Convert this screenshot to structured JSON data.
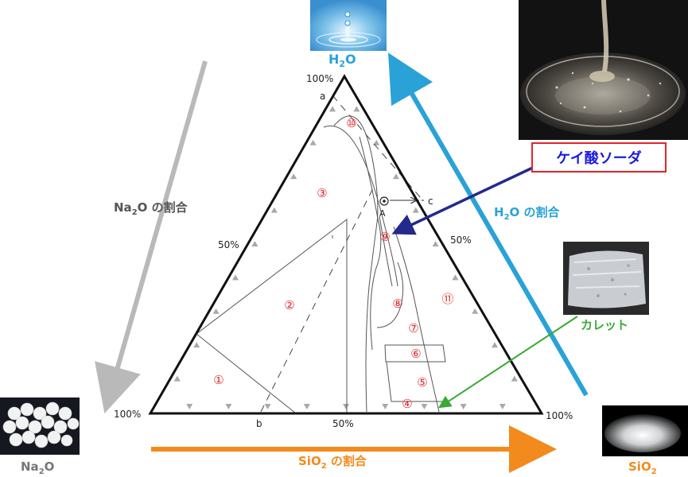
{
  "vertices": {
    "top": {
      "name_base": "H",
      "name_sub": "2",
      "name_tail": "O",
      "percent": "100%"
    },
    "left": {
      "name_base": "Na",
      "name_sub": "2",
      "name_tail": "O",
      "percent": "100%"
    },
    "right": {
      "name_base": "SiO",
      "name_sub": "2",
      "name_tail": "",
      "percent": "100%"
    }
  },
  "edge_marks": {
    "left_mid": "50%",
    "right_mid": "50%",
    "bottom_mid": "50%"
  },
  "arrows": {
    "na2o": {
      "base": "Na",
      "sub": "2",
      "tail": "O の割合",
      "color": "#b9b9b9"
    },
    "h2o": {
      "base": "H",
      "sub": "2",
      "tail": "O の割合",
      "color": "#2aa2d8"
    },
    "sio2": {
      "base": "SiO",
      "sub": "2",
      "tail": " の割合",
      "color": "#f28a1d"
    }
  },
  "points": {
    "a": "a",
    "b": "b",
    "c": "c",
    "A": "A"
  },
  "regions": [
    "⑩",
    "③",
    "⑨",
    "②",
    "⑧",
    "⑪",
    "⑦",
    "⑥",
    "①",
    "⑤",
    "④"
  ],
  "callouts": {
    "water_glass": {
      "text": "ケイ酸ソーダ",
      "border": "#e0252b",
      "color": "#1a1ae0",
      "arrow": "#232a8c"
    },
    "cullet": {
      "text": "カレット",
      "color": "#39a935",
      "arrow": "#39a935"
    }
  }
}
